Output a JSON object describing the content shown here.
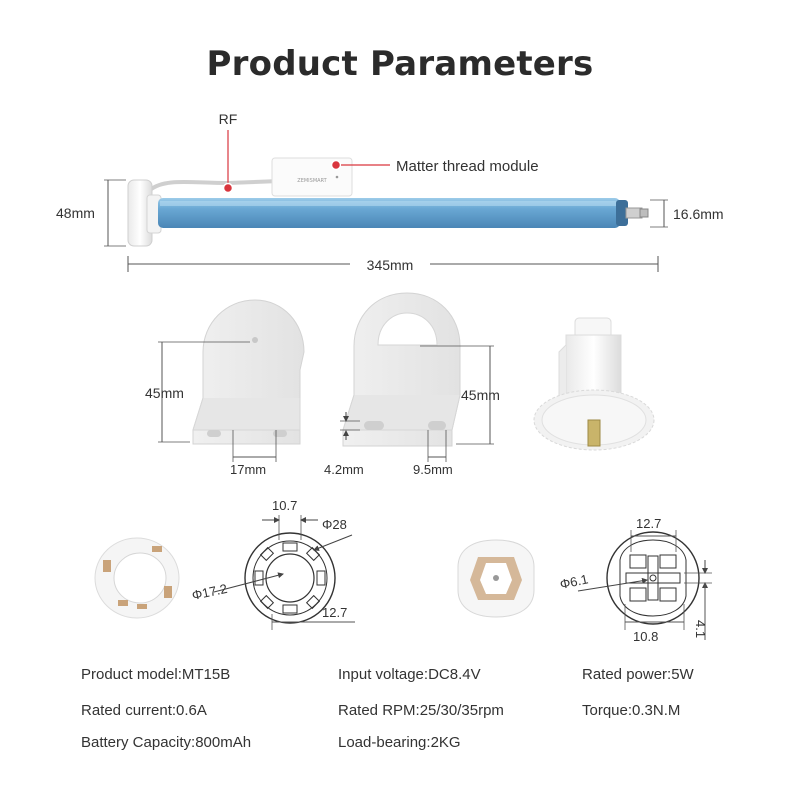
{
  "title": "Product Parameters",
  "motor": {
    "rf_label": "RF",
    "module_label": "Matter thread module",
    "module_brand": "ZEMISMART",
    "height": "48mm",
    "shaft": "16.6mm",
    "length": "345mm"
  },
  "brackets": {
    "left_height": "45mm",
    "hole_spacing": "17mm",
    "right_height": "45mm",
    "gap": "4.2mm",
    "slot": "9.5mm"
  },
  "adapters": {
    "crown_top": "10.7",
    "crown_outer": "Φ28",
    "crown_inner": "Φ17.2",
    "crown_bottom": "12.7",
    "drive_top": "12.7",
    "drive_hole": "Φ6.1",
    "drive_bottom": "10.8",
    "drive_side": "4.1"
  },
  "specs": {
    "model": "Product model:MT15B",
    "voltage": "Input voltage:DC8.4V",
    "power": "Rated power:5W",
    "current": "Rated current:0.6A",
    "rpm": "Rated RPM:25/30/35rpm",
    "torque": "Torque:0.3N.M",
    "battery": "Battery Capacity:800mAh",
    "load": "Load-bearing:2KG"
  },
  "colors": {
    "tube": "#6aa8d4",
    "accent": "#d9363e",
    "line": "#555555"
  }
}
